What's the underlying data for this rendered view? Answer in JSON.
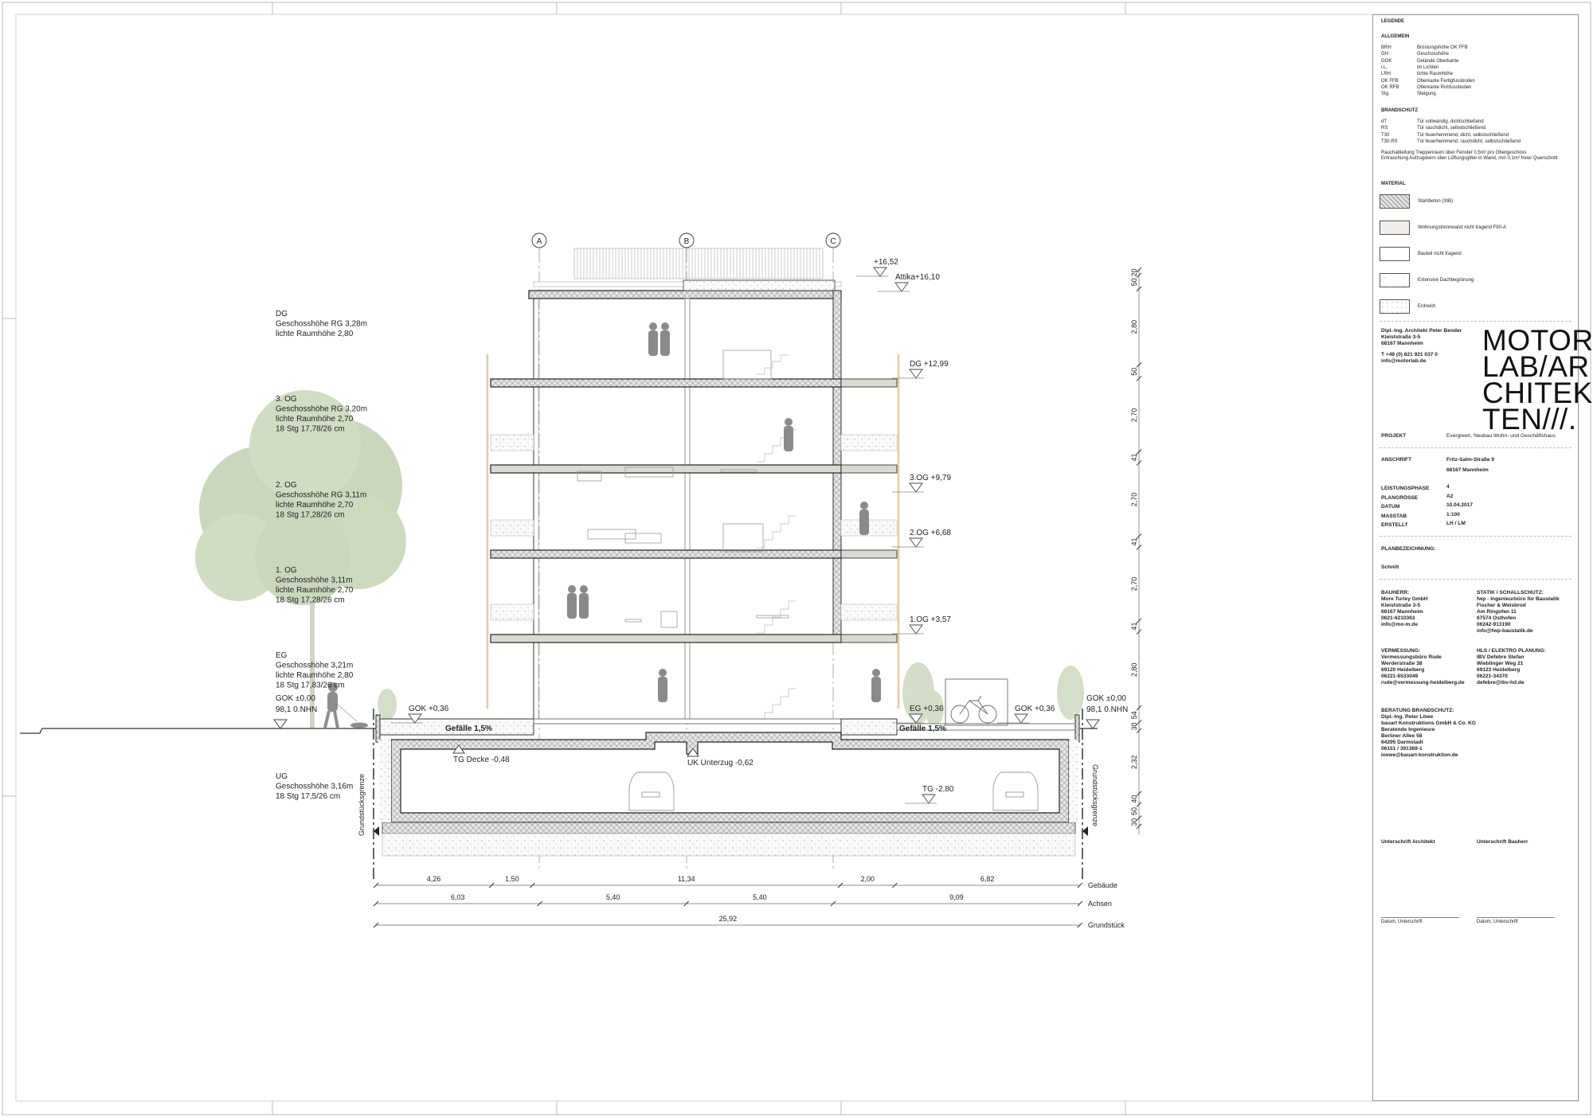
{
  "drawing": {
    "axes": [
      "A",
      "B",
      "C"
    ],
    "levels": {
      "top": "+16,52",
      "attika": "Attika+16,10",
      "dg": "DG +12,99",
      "og3": "3.OG +9,79",
      "og2": "2.OG +6,68",
      "og1": "1.OG +3,57",
      "eg": "EG +0,36",
      "gok_right_terrace": "GOK +0,36",
      "gok_right_street": "GOK ±0,00",
      "nhn_right": "98,1 0.NHN",
      "gok_left_terrace": "GOK +0,36",
      "gok_left_street": "GOK ±0,00",
      "nhn_left": "98,1 0.NHN",
      "tg_decke": "TG Decke -0,48",
      "uk_unterzug": "UK Unterzug -0,62",
      "tg": "TG -2,80"
    },
    "slope_labels": [
      "Gefälle 1,5%",
      "Gefälle 1,5%"
    ],
    "boundary_label": "Grundstücksgrenze",
    "floor_notes": [
      {
        "title": "DG",
        "lines": [
          "Geschosshöhe RG 3,28m",
          "lichte Raumhöhe 2,80"
        ]
      },
      {
        "title": "3. OG",
        "lines": [
          "Geschosshöhe RG 3,20m",
          "lichte Raumhöhe 2,70",
          "18 Stg 17,78/26 cm"
        ]
      },
      {
        "title": "2. OG",
        "lines": [
          "Geschosshöhe RG 3,11m",
          "lichte Raumhöhe 2,70",
          "18 Stg 17,28/26 cm"
        ]
      },
      {
        "title": "1. OG",
        "lines": [
          "Geschosshöhe 3,11m",
          "lichte Raumhöhe 2,70",
          "18 Stg 17,28/26 cm"
        ]
      },
      {
        "title": "EG",
        "lines": [
          "Geschosshöhe 3,21m",
          "lichte Raumhöhe 2,80",
          "18 Stg 17,83/26 cm"
        ]
      },
      {
        "title": "UG",
        "lines": [
          "Geschosshöhe 3,16m",
          "18 Stg 17,5/26 cm"
        ]
      }
    ],
    "dimensions": [
      {
        "label": "Gebäude",
        "values": [
          "4,26",
          "1,50",
          "11,34",
          "2,00",
          "6,82"
        ]
      },
      {
        "label": "Achsen",
        "values": [
          "6,03",
          "5,40",
          "5,40",
          "9,09"
        ]
      },
      {
        "label": "Grundstück",
        "values": [
          "25,92"
        ]
      }
    ],
    "vertical_dims": [
      "20",
      "50",
      "2,80",
      "50",
      "2,70",
      "41",
      "2,70",
      "41",
      "2,70",
      "41",
      "2,80",
      "54",
      "30",
      "2,32",
      "40",
      "50",
      "30"
    ]
  },
  "title_block": {
    "legend_title": "LEGENDE",
    "general": {
      "title": "ALLGEMEIN",
      "rows": [
        [
          "BRH",
          "Brüstungshöhe OK FFB"
        ],
        [
          "GH",
          "Geschosshöhe"
        ],
        [
          "GOK",
          "Gelände Oberkante"
        ],
        [
          "i.L.",
          "im Lichten"
        ],
        [
          "LRH",
          "lichte Raumhöhe"
        ],
        [
          "OK FFB",
          "Oberkante Fertigfussboden"
        ],
        [
          "OK RFB",
          "Oberkante Rohfussboden"
        ],
        [
          "Stg.",
          "Steigung"
        ]
      ]
    },
    "fire": {
      "title": "BRANDSCHUTZ",
      "rows": [
        [
          "dT",
          "Tür vollwandig, dichtschließend"
        ],
        [
          "RS",
          "Tür rauchdicht, selbstschließend"
        ],
        [
          "T30",
          "Tür feuerhemmend, dicht, selbstschließend"
        ],
        [
          "T30-RS",
          "Tür feuerhemmend, rauchdicht, selbstschließend"
        ]
      ],
      "notes": [
        "Rauchableitung Treppenraum über Fenster 0,5m² pro Obergeschoss",
        "Entrauchung Aufzugskern über Lüftungsgitter in Wand, min 0,1m² freier Querschnitt"
      ]
    },
    "material": {
      "title": "MATERIAL",
      "items": [
        {
          "label": "Stahlbeton (StB)",
          "pattern": "crosshatch"
        },
        {
          "label": "Wohnungstrennwand nicht tragend F90-A",
          "pattern": "light-gray",
          "color": "#efeeea"
        },
        {
          "label": "Bauteil nicht tragend",
          "pattern": "blank"
        },
        {
          "label": "Extensive Dachbegrünung",
          "pattern": "sparse-dots"
        },
        {
          "label": "Erdreich",
          "pattern": "dots"
        }
      ]
    },
    "architect": {
      "lines": [
        "Dipl.-Ing. Architekt Peter Bender",
        "Kleiststraße 3-5",
        "68167 Mannheim"
      ],
      "phone": "T +49 (0) 621 921 037 0",
      "email": "info@motorlab.de",
      "logo_lines": [
        "MOTOR",
        "LAB/AR",
        "CHITEK",
        "TEN///."
      ]
    },
    "project": {
      "label": "PROJEKT",
      "value": "Evergreen, Neubau Wohn- und Geschäftshaus"
    },
    "address": {
      "label": "ANSCHRIFT",
      "lines": [
        "Fritz-Salm-Straße 9",
        "68167 Mannheim"
      ]
    },
    "meta": [
      {
        "label": "LEISTUNGSPHASE",
        "value": "4"
      },
      {
        "label": "PLANGRÖSSE",
        "value": "A2"
      },
      {
        "label": "DATUM",
        "value": "10.04.2017"
      },
      {
        "label": "MASSTAB",
        "value": "1:100"
      },
      {
        "label": "ERSTELLT",
        "value": "LH / LM"
      }
    ],
    "plan_title": {
      "label": "PLANBEZEICHNUNG:",
      "value": "Schnitt"
    },
    "parties": [
      {
        "title": "BAUHERR:",
        "lines": [
          "More Turley GmbH",
          "Kleiststraße 3-5",
          "68167 Mannheim",
          "0621-6210363",
          "info@mo-m.de"
        ]
      },
      {
        "title": "STATIK / SCHALLSCHUTZ:",
        "lines": [
          "fwp - Ingenieurbüro für Baustatik",
          "Fischer & Weisbrod",
          "Am Ringofen 11",
          "67574 Osthofen",
          "06242-913190",
          "info@fwp-baustatik.de"
        ]
      },
      {
        "title": "VERMESSUNG:",
        "lines": [
          "Vermessungsbüro Rude",
          "Werderstraße 38",
          "69120 Heidelberg",
          "06221-6533049",
          "rude@vermessung-heidelberg.de"
        ]
      },
      {
        "title": "HLS / ELEKTRO PLANUNG:",
        "lines": [
          "IBV Defebre Stefan",
          "Wieblinger Weg 21",
          "69123 Heidelberg",
          "06221-34370",
          "defebre@ibv-hd.de"
        ]
      },
      {
        "title": "BERATUNG BRANDSCHUTZ:",
        "lines": [
          "Dipl.-Ing. Peter Löwe",
          "bauart Konstruktions GmbH & Co. KG",
          "Beratende Ingenieure",
          "Berliner Allee 58",
          "64295 Darmstadt",
          "06151 / 391369-1",
          "loewe@bauart-konstruktion.de"
        ]
      }
    ],
    "signatures": [
      {
        "title": "Unterschrift Architekt",
        "caption": "Datum, Unterschrift"
      },
      {
        "title": "Unterschrift Bauherr",
        "caption": "Datum, Unterschrift"
      }
    ]
  }
}
